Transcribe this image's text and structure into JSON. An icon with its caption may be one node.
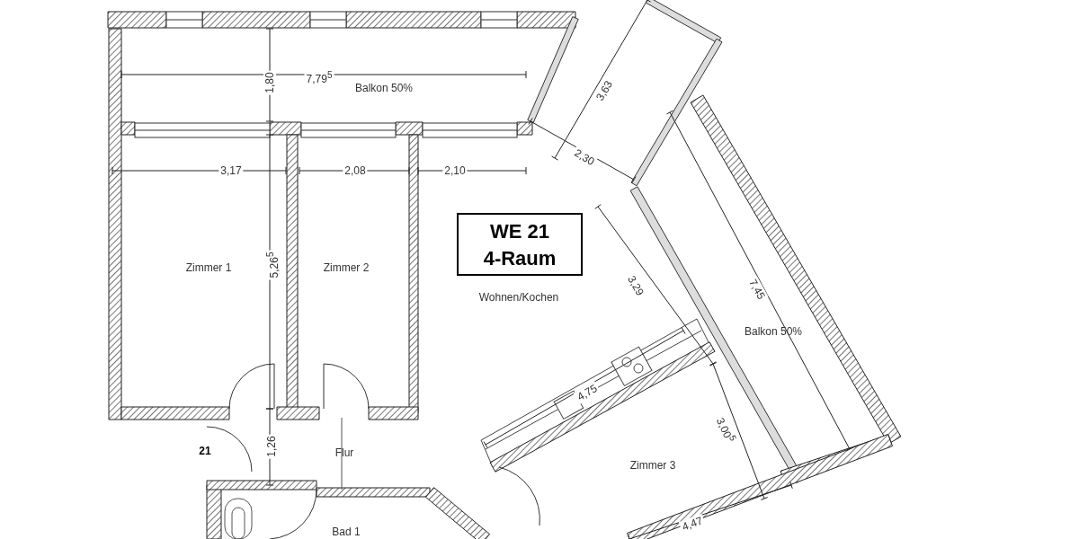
{
  "diagram": {
    "nodes": [
      {
        "text": [
          "WE 21 4-Raum"
        ]
      }
    ],
    "edges": [],
    "labels": [
      "1,80",
      "7,79$^{5}$",
      "Balkon 50%",
      "3,63",
      "2,30",
      "3,17",
      "2,08",
      "2,10",
      "Zimmer 1",
      "5,26$^{5}$",
      "Zimmer 2",
      "3,29",
      "7,45",
      "Wohnen/Kochen",
      "Balkon 50%",
      "4,75",
      "21",
      "1,26",
      "Flur",
      "3,00$^{5}$",
      "Zimmer 3",
      "4,47",
      "Bad 1"
    ]
  }
}
